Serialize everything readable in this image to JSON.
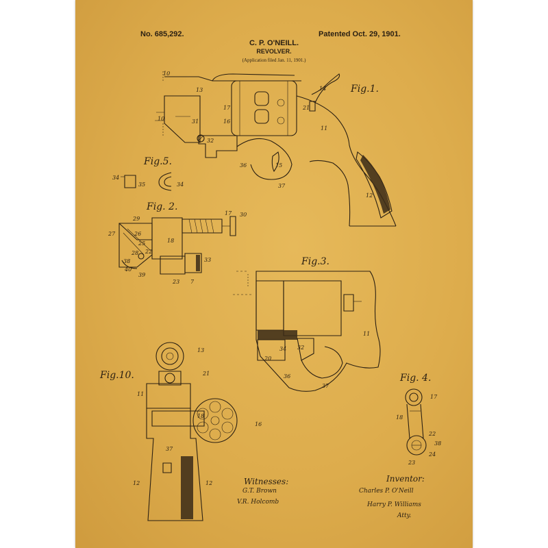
{
  "header": {
    "patent_no": "No. 685,292.",
    "patented": "Patented Oct. 29, 1901.",
    "inventor": "C. P. O'NEILL.",
    "title": "REVOLVER.",
    "application": "(Application filed Jan. 11, 1901.)"
  },
  "figures": {
    "fig1": "Fig.1.",
    "fig2": "Fig. 2.",
    "fig3": "Fig.3.",
    "fig4": "Fig. 4.",
    "fig5": "Fig.5.",
    "fig10": "Fig.10."
  },
  "signatures": {
    "witnesses_label": "Witnesses:",
    "witness1": "G.T. Brown",
    "witness2": "V.R. Holcomb",
    "inventor_label": "Inventor:",
    "inventor_sig": "Charles P. O'Neill",
    "attorney_sig": "Harry P. Williams",
    "attorney_title": "Atty."
  },
  "reference_numerals": {
    "fig1": [
      "10",
      "13",
      "14",
      "17",
      "16",
      "21",
      "31",
      "32",
      "11",
      "36",
      "15",
      "37",
      "12",
      "10"
    ],
    "fig5": [
      "34",
      "35",
      "34"
    ],
    "fig2": [
      "29",
      "18",
      "17",
      "30",
      "27",
      "26",
      "25",
      "28",
      "22",
      "33",
      "38",
      "40",
      "39",
      "23",
      "7"
    ],
    "fig3": [
      "34",
      "32",
      "20",
      "36",
      "37",
      "11"
    ],
    "fig10": [
      "13",
      "21",
      "11",
      "18",
      "16",
      "37",
      "12",
      "12"
    ],
    "fig4": [
      "17",
      "18",
      "22",
      "38",
      "24",
      "23"
    ]
  }
}
